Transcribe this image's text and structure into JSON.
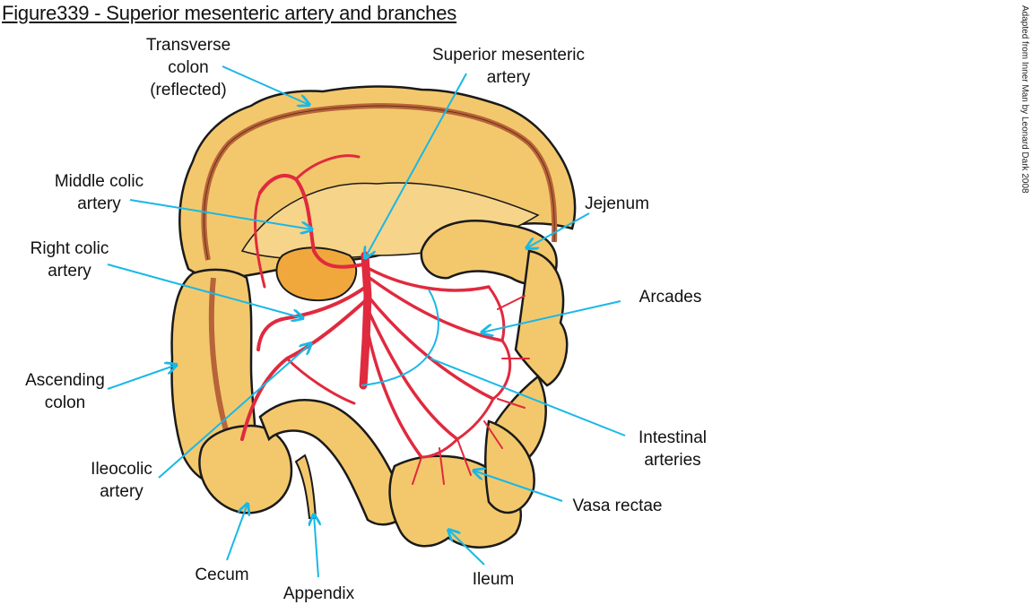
{
  "figure": {
    "title": "Figure339 - Superior mesenteric artery and branches",
    "credit": "Adapted from Inner Man by Leonard Dark 2008"
  },
  "colors": {
    "intestine_fill": "#f3c86c",
    "intestine_outline": "#1a1a1a",
    "artery": "#e02a3e",
    "taenia": "#b8643a",
    "pancreas": "#f0a83c",
    "leader_line": "#19b8e6",
    "background": "#ffffff"
  },
  "labels": {
    "transverse_colon": [
      "Transverse",
      "colon",
      "(reflected)"
    ],
    "superior_mesenteric_artery": [
      "Superior mesenteric",
      "artery"
    ],
    "middle_colic_artery": [
      "Middle colic",
      "artery"
    ],
    "right_colic_artery": [
      "Right colic",
      "artery"
    ],
    "jejenum": [
      "Jejenum"
    ],
    "arcades": [
      "Arcades"
    ],
    "ascending_colon": [
      "Ascending",
      "colon"
    ],
    "ileocolic_artery": [
      "Ileocolic",
      "artery"
    ],
    "intestinal_arteries": [
      "Intestinal",
      "arteries"
    ],
    "vasa_rectae": [
      "Vasa rectae"
    ],
    "cecum": [
      "Cecum"
    ],
    "appendix": [
      "Appendix"
    ],
    "ileum": [
      "Ileum"
    ]
  }
}
